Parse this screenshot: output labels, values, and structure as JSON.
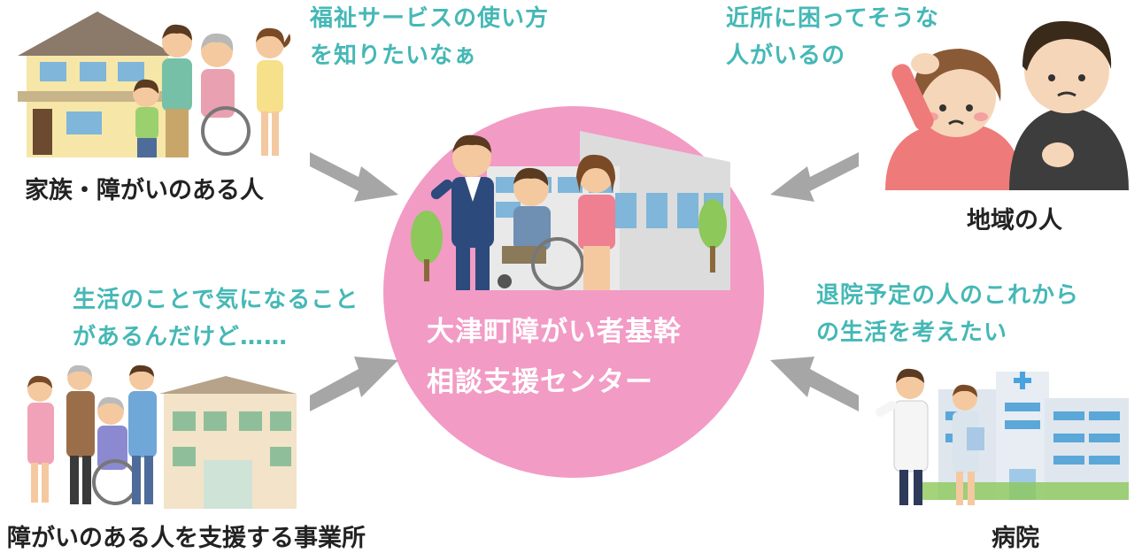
{
  "center": {
    "line1": "大津町障がい者基幹",
    "line2": "相談支援センター"
  },
  "groups": {
    "family": {
      "caption": "家族・障がいのある人",
      "quote_line1": "福祉サービスの使い方",
      "quote_line2": "を知りたいなぁ"
    },
    "neighbors": {
      "caption": "地域の人",
      "quote_line1": "近所に困ってそうな",
      "quote_line2": "人がいるの"
    },
    "facility": {
      "caption": "障がいのある人を支援する事業所",
      "quote_line1": "生活のことで気になること",
      "quote_line2": "があるんだけど……"
    },
    "hospital": {
      "caption": "病院",
      "quote_line1": "退院予定の人のこれから",
      "quote_line2": "の生活を考えたい"
    }
  },
  "colors": {
    "circle": "#f29bc5",
    "quote_text": "#45b8b6",
    "arrow": "#a6a6a6",
    "caption_text": "#222222"
  },
  "icons": [
    "house-icon",
    "family-icon",
    "wheelchair-icon",
    "worried-woman-icon",
    "man-icon",
    "care-facility-icon",
    "staff-group-icon",
    "hospital-icon",
    "doctor-icon",
    "nurse-icon",
    "counselor-icon",
    "arrow-icon"
  ]
}
